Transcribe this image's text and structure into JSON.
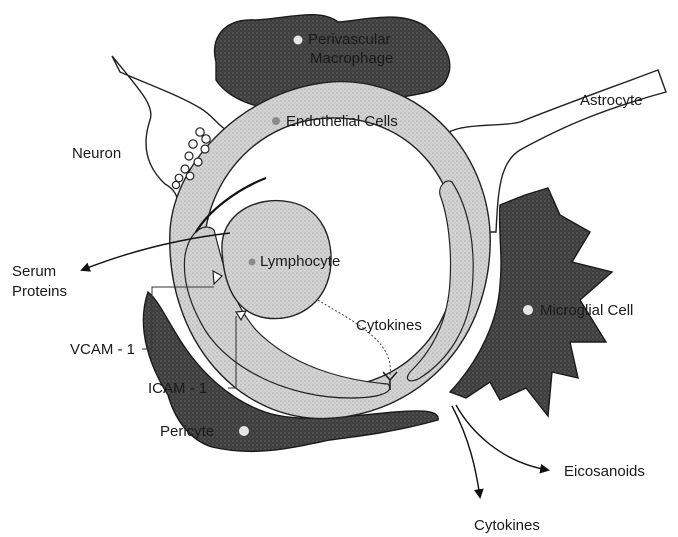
{
  "labels": {
    "perivascular_line1": "Perivascular",
    "perivascular_line2": "Macrophage",
    "astrocyte": "Astrocyte",
    "endothelial": "Endothelial Cells",
    "neuron": "Neuron",
    "serum_line1": "Serum",
    "serum_line2": "Proteins",
    "lymphocyte": "Lymphocyte",
    "cytokines_inner": "Cytokines",
    "microglial": "Microglial Cell",
    "vcam": "VCAM - 1",
    "icam": "ICAM - 1",
    "pericyte": "Pericyte",
    "eicosanoids": "Eicosanoids",
    "cytokines_outer": "Cytokines"
  }
}
